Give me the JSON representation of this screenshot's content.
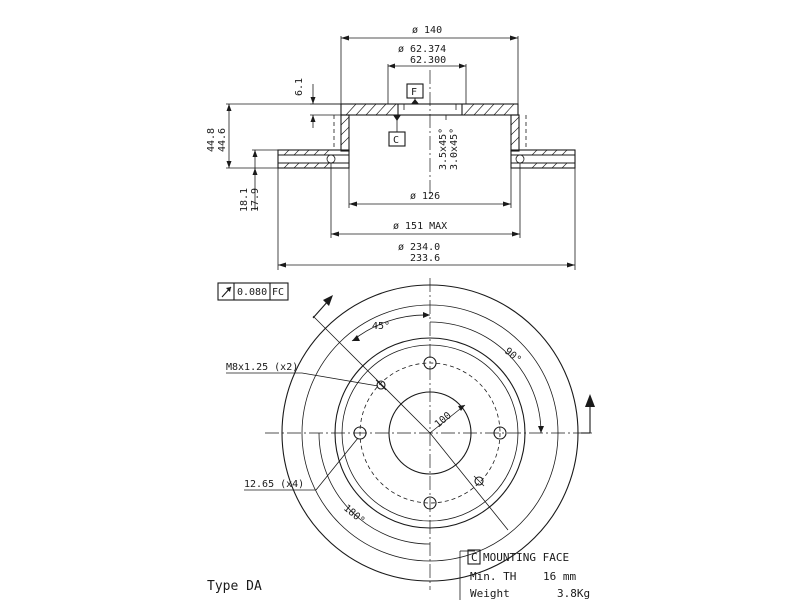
{
  "dimensions": {
    "d140": "ø 140",
    "d62_max": "ø 62.374",
    "d62_min": "62.300",
    "h6_1": "6.1",
    "h44_8": "44.8",
    "h44_6": "44.6",
    "chamfer_a": "3.5x45°",
    "chamfer_b": "3.0x45°",
    "h18_1": "18.1",
    "h17_9": "17.9",
    "d126": "ø 126",
    "d151": "ø 151 MAX",
    "d234_max": "ø 234.0",
    "d234_min": "233.6",
    "datum_f": "F",
    "datum_c": "C",
    "runout": "0.080",
    "runout_ref": "FC"
  },
  "front_view": {
    "angle_45": "45°",
    "angle_90": "90°",
    "angle_180": "180°",
    "thread_label": "M8x1.25 (x2)",
    "bolt_circle": "100",
    "hole_label": "12.65 (x4)"
  },
  "specs": {
    "mounting_letter": "C",
    "mounting_face": "MOUNTING FACE",
    "min_th_label": "Min. TH",
    "min_th_value": "16 mm",
    "weight_label": "Weight",
    "weight_value": "3.8Kg"
  },
  "type_label": "Type DA"
}
